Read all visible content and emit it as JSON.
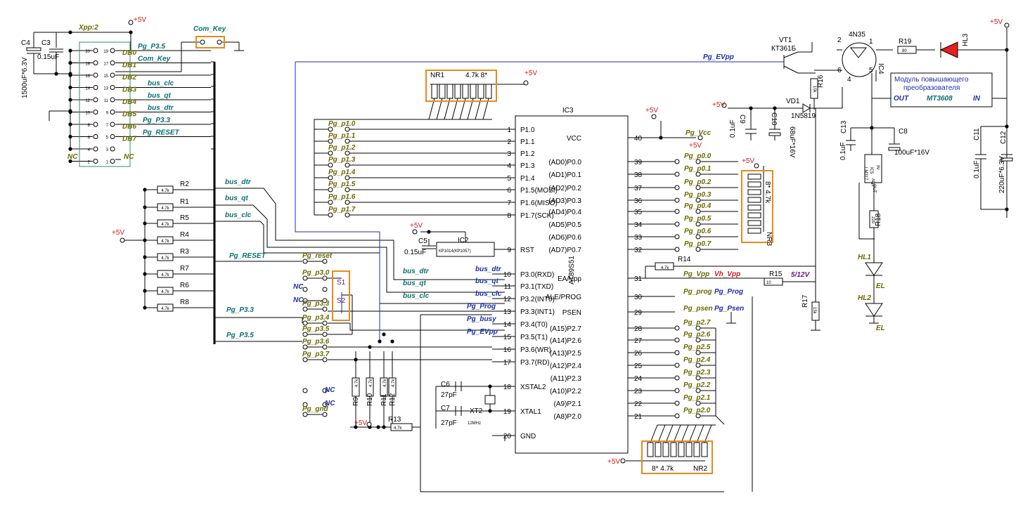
{
  "connector": {
    "name": "Xpp:2",
    "db": [
      "DB0",
      "DB1",
      "DB2",
      "DB3",
      "DB4",
      "DB5",
      "DB6",
      "DB7"
    ],
    "labels": [
      "Pg_P3.5",
      "Com_Key",
      "",
      "bus_clc",
      "bus_qt",
      "bus_dtr",
      "Pg_P3.3",
      "Pg_RESET"
    ],
    "pins_l": [
      "20",
      "18",
      "16",
      "14",
      "12",
      "10",
      "8",
      "6",
      "4",
      "2"
    ],
    "pins_r": [
      "19",
      "17",
      "15",
      "13",
      "11",
      "9",
      "7",
      "5",
      "3",
      "1"
    ],
    "nc": "NC"
  },
  "caps": {
    "c4": "C4",
    "c3": "C3",
    "c4v": "1500uF*6.3V",
    "c3v": "0.15uF",
    "c5": "C5",
    "c5v": "0.15uF",
    "c6": "C6",
    "c6v": "27pF",
    "c7": "C7",
    "c7v": "27pF",
    "c8": "C8",
    "c8v": "100uF*16V",
    "c9": "C9",
    "c9v": "0.1uF",
    "c10": "C10",
    "c10v": "68uF*16V",
    "c11": "C11",
    "c11v": "0.1uF",
    "c12": "C12",
    "c12v": "220uF*6.3V",
    "c13": "C13",
    "c13v": "0.1uF"
  },
  "comkey": "Com_Key",
  "ic3": {
    "name": "IC3",
    "chip": "AT89S51",
    "left_pins": [
      [
        "1",
        "P1.0"
      ],
      [
        "2",
        "P1.1"
      ],
      [
        "3",
        "P1.2"
      ],
      [
        "4",
        "P1.3"
      ],
      [
        "5",
        "P1.4"
      ],
      [
        "6",
        "P1.5(MOSI)"
      ],
      [
        "7",
        "P1.6(MISO)"
      ],
      [
        "8",
        "P1.7(SCK)"
      ],
      [
        "9",
        "RST"
      ],
      [
        "10",
        "P3.0(RXD)"
      ],
      [
        "11",
        "P3.1(TXD)"
      ],
      [
        "12",
        "P3.2(INT0)"
      ],
      [
        "13",
        "P3.3(INT1)"
      ],
      [
        "14",
        "P3.4(T0)"
      ],
      [
        "15",
        "P3.5(T1)"
      ],
      [
        "16",
        "P3.6(WR)"
      ],
      [
        "17",
        "P3.7(RD)"
      ],
      [
        "18",
        "XSTAL2"
      ],
      [
        "19",
        "XTAL1"
      ],
      [
        "20",
        "GND"
      ]
    ],
    "right_pins": [
      [
        "40",
        "VCC"
      ],
      [
        "39",
        "(AD0)P0.0"
      ],
      [
        "38",
        "(AD1)P0.1"
      ],
      [
        "37",
        "(AD2)P0.2"
      ],
      [
        "36",
        "(AD3)P0.3"
      ],
      [
        "35",
        "(AD4)P0.4"
      ],
      [
        "34",
        "(AD5)P0.5"
      ],
      [
        "33",
        "(AD6)P0.6"
      ],
      [
        "32",
        "(AD7)P0.7"
      ],
      [
        "31",
        "EA/Vpp"
      ],
      [
        "30",
        "ALE/PROG"
      ],
      [
        "29",
        "PSEN"
      ],
      [
        "28",
        "(A15)P2.7"
      ],
      [
        "27",
        "(A14)P2.6"
      ],
      [
        "26",
        "(A13)P2.5"
      ],
      [
        "25",
        "(A12)P2.4"
      ],
      [
        "24",
        "(A11)P2.3"
      ],
      [
        "23",
        "(A10)P2.2"
      ],
      [
        "22",
        "(A9)P2.1"
      ],
      [
        "21",
        "(A8)P2.0"
      ]
    ]
  },
  "p1_labels": [
    "Pg_p1.0",
    "Pg_p1.1",
    "Pg_p1.2",
    "Pg_p1.3",
    "Pg_p1.4",
    "Pg_p1.5",
    "Pg_p1.6",
    "Pg_p1.7"
  ],
  "p0_labels": [
    "Pg_p0.0",
    "Pg_p0.1",
    "Pg_p0.2",
    "Pg_p0.3",
    "Pg_p0.4",
    "Pg_p0.5",
    "Pg_p0.6",
    "Pg_p0.7"
  ],
  "p2_labels": [
    "Pg_p2.7",
    "Pg_p2.6",
    "Pg_p2.5",
    "Pg_p2.4",
    "Pg_p2.3",
    "Pg_p2.2",
    "Pg_p2.1",
    "Pg_p2.0"
  ],
  "p3_net": [
    "bus_dtr",
    "bus_qt",
    "bus_clc",
    "Pg_Prog",
    "Pg_busy",
    "Pg_EVpp"
  ],
  "p3_src": [
    "bus_dtr",
    "bus_qt",
    "bus_clc"
  ],
  "left_labels": {
    "dtr": "bus_dtr",
    "qt": "bus_qt",
    "clc": "bus_clc",
    "reset": "Pg_RESET",
    "p33": "Pg_P3.3",
    "p35": "Pg_P3.5"
  },
  "conn_labels": [
    "Pg_reset",
    "Pg_p3.0",
    "Pg_p3.3",
    "Pg_p3.4",
    "Pg_p3.5",
    "Pg_p3.6",
    "Pg_p3.7",
    "Pg_gnd"
  ],
  "nc": "NC",
  "sw": [
    "S1",
    "S2"
  ],
  "resistors": {
    "left": [
      "R2",
      "R1",
      "R5",
      "R4",
      "R3",
      "R7",
      "R6",
      "R8"
    ],
    "val": "4.7k",
    "bottom": [
      "R9",
      "R10",
      "R11",
      "R12"
    ],
    "r13": "R13",
    "r14": "R14",
    "r15": "R15",
    "r15v": "10",
    "r16": "R16",
    "r16v": "10k",
    "r17": "R17",
    "r17v": "15k",
    "r18": "R18",
    "r18v": "220",
    "r19": "R19",
    "r19v": "80"
  },
  "nr": {
    "nr1": "NR1",
    "nr1v": "4.7k 8*",
    "nr2": "NR2",
    "nr2v": "8* 4.7k",
    "nr3": "NR3",
    "nr3v": "8* 4.7k"
  },
  "ic2": {
    "name": "IC2",
    "part": "КР1014(КР1057)"
  },
  "xt": {
    "name": "XT2",
    "freq": "12MHz"
  },
  "right_sig": {
    "vcc": "Pg_Vcc",
    "vcc5": "+5V",
    "vpp": "Pg_Vpp",
    "vhvpp": "Vh_Vpp",
    "prog": "Pg_prog",
    "prog2": "Pg_Prog",
    "psen": "Pg_psen",
    "psen2": "Pg_Psen",
    "v512": "5/12V"
  },
  "power": {
    "p5": "+5V"
  },
  "vt1": {
    "name": "VT1",
    "part": "КТ361Б"
  },
  "evpp": "Pg_EVpp",
  "opto": {
    "name": "4N35",
    "ic": "IC4",
    "pins": [
      "1",
      "2",
      "4",
      "5",
      "6"
    ]
  },
  "led": {
    "hl3": "HL3",
    "hl1": "HL1",
    "hl2": "HL2",
    "el": "EL"
  },
  "vd1": {
    "name": "VD1",
    "part": "1N5819"
  },
  "ic5": {
    "name": "IC5",
    "part": "LM317",
    "pins": [
      "IN",
      "ADJ",
      "OUT"
    ]
  },
  "module": {
    "title1": "Модуль повышающего",
    "title2": "преобразователя",
    "out": "OUT",
    "part": "MT3608",
    "in": "IN"
  }
}
